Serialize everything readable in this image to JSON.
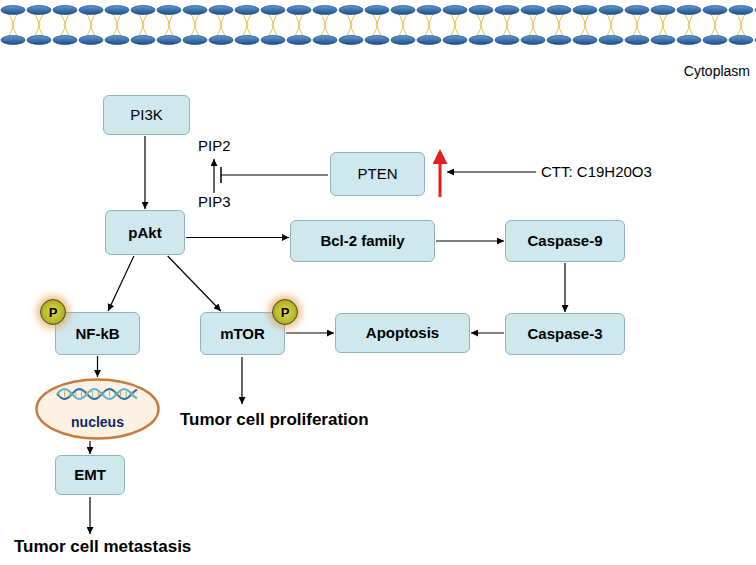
{
  "diagram": {
    "nodes": [
      {
        "text": [
          "PI3K"
        ]
      },
      {
        "text": [
          "PTEN"
        ]
      },
      {
        "text": [
          "pAkt"
        ]
      },
      {
        "text": [
          "Bcl-2  family"
        ]
      },
      {
        "text": [
          "Caspase-9"
        ]
      },
      {
        "text": [
          "NF-kB"
        ]
      },
      {
        "text": [
          "mTOR"
        ]
      },
      {
        "text": [
          "Apoptosis"
        ]
      },
      {
        "text": [
          "Caspase-3"
        ]
      },
      {
        "text": [
          "nucleus"
        ]
      },
      {
        "text": [
          "EMT"
        ]
      }
    ],
    "edges": [
      {
        "from": 0,
        "to": 2,
        "arrow": "to"
      },
      {
        "from": 2,
        "to": 3,
        "arrow": "to"
      },
      {
        "from": 3,
        "to": 4,
        "arrow": "to"
      },
      {
        "from": 2,
        "to": 5,
        "arrow": "to"
      },
      {
        "from": 2,
        "to": 6,
        "arrow": "to"
      },
      {
        "from": 6,
        "to": 7,
        "arrow": "to"
      },
      {
        "from": 4,
        "to": 8,
        "arrow": "to"
      },
      {
        "from": 8,
        "to": 7,
        "arrow": "to"
      },
      {
        "from": 5,
        "to": 9,
        "arrow": "to"
      },
      {
        "from": 9,
        "to": 10,
        "arrow": "to"
      }
    ],
    "labels": [
      "Cytoplasm",
      "PIP2",
      "PIP3",
      "CTT: C19H20O3",
      "P",
      "P",
      "Tumor cell proliferation",
      "Tumor cell metastasis"
    ]
  }
}
